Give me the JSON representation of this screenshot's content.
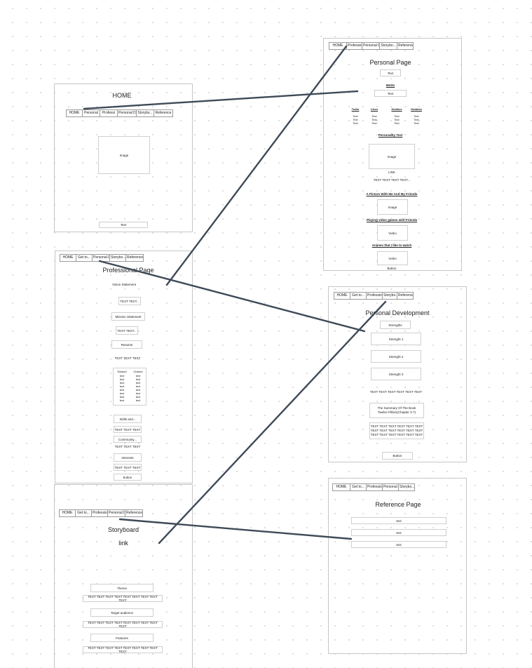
{
  "home": {
    "title": "HOME",
    "nav": [
      "HOME",
      "Personal",
      "Professi",
      "Personal D",
      "Storybo...",
      "Reference"
    ],
    "image": "Image",
    "text": "Text"
  },
  "personal": {
    "nav": [
      "HOME",
      "Professio",
      "Personal D",
      "Storybo...",
      "Reference"
    ],
    "title": "Personal Page",
    "text1": "Text",
    "motto_label": "Motto",
    "motto_text": "Text",
    "columns": [
      {
        "head": "Traits",
        "items": [
          "Text",
          "Text",
          "Text"
        ]
      },
      {
        "head": "Likes",
        "items": [
          "Text",
          "Text",
          "Text"
        ]
      },
      {
        "head": "Dislikes",
        "items": [
          "Text",
          "Text",
          "Text"
        ]
      },
      {
        "head": "Hobbies",
        "items": [
          "Text",
          "Text",
          "Text"
        ]
      }
    ],
    "personality": "Personality Text",
    "image1": "Image",
    "link": "LINK",
    "line_text": "TEXT TEXT TEXT TEXT...",
    "friends_label": "A Picture With Me And My Friends",
    "image2": "Image",
    "games_label": "Playing video games with Friends",
    "video1": "Video",
    "anime_label": "Animes that I like to watch",
    "video2": "Video",
    "button": "Button"
  },
  "professional": {
    "nav": [
      "HOME",
      "Get to...",
      "Personal D",
      "Storybo...",
      "Reference"
    ],
    "title": "Professional Page",
    "vision": "Vision Statement",
    "text1": "TEXT TEXT...",
    "mission": "Mission Statement",
    "text2": "TEXT TEXT...",
    "resume": "Resume",
    "text3": "TEXT TEXT TEXT",
    "table": {
      "headers": [
        "Subject",
        "Grades"
      ],
      "rows": [
        [
          "text",
          "text"
        ],
        [
          "text",
          "text"
        ],
        [
          "text",
          "text"
        ],
        [
          "text",
          "text"
        ],
        [
          "text",
          "text"
        ],
        [
          "text",
          "text"
        ],
        [
          "text",
          "text"
        ],
        [
          "text",
          "text"
        ]
      ]
    },
    "skills": "Skills and...",
    "text4": "TEXT TEXT TEXT",
    "community": "Community...",
    "text5": "TEXT TEXT TEXT",
    "interests": "Interests",
    "text6": "TEXT TEXT TEXT",
    "button": "button"
  },
  "development": {
    "nav": [
      "HOME",
      "Get to...",
      "Professio",
      "Storybo...",
      "Reference"
    ],
    "title": "Personal Development",
    "strengths": "Strengths",
    "s1": "Strenght 1",
    "s2": "Strenght 2",
    "s3": "Strenght 3",
    "text1": "TEXT TEXT TEXT TEXT TEXT TEXT",
    "summary": "The Summary Of The Book Twelve Pillars(Chapter 4-7)",
    "para": [
      "TEXT TEXT TEXT TEXT TEXT TEXT",
      "TEXT TEXT TEXT TEXT TEXT TEXT",
      "TEXT TEXT TEXT TEXT TEXT TEXT"
    ],
    "button": "Button"
  },
  "storyboard": {
    "nav": [
      "HOME",
      "Get to...",
      "Professio",
      "Personal D",
      "Reference"
    ],
    "title": "Storyboard",
    "link": "link",
    "theme": "Theme",
    "text1": "TEXT TEXT TEXT TEXT TEXT TEXT TEXT TEXT TEXT",
    "audience": "Target audience",
    "text2": "TEXT TEXT TEXT TEXT TEXT TEXT TEXT TEXT TEXT",
    "features": "Features",
    "text3": "TEXT TEXT TEXT TEXT TEXT TEXT TEXT TEXT TEXT"
  },
  "reference": {
    "nav": [
      "HOME",
      "Get to...",
      "Professio",
      "Personal D",
      "Storybo..."
    ],
    "title": "Reference Page",
    "items": [
      "text",
      "text",
      "text"
    ]
  },
  "connector_color": "#3e4a58"
}
